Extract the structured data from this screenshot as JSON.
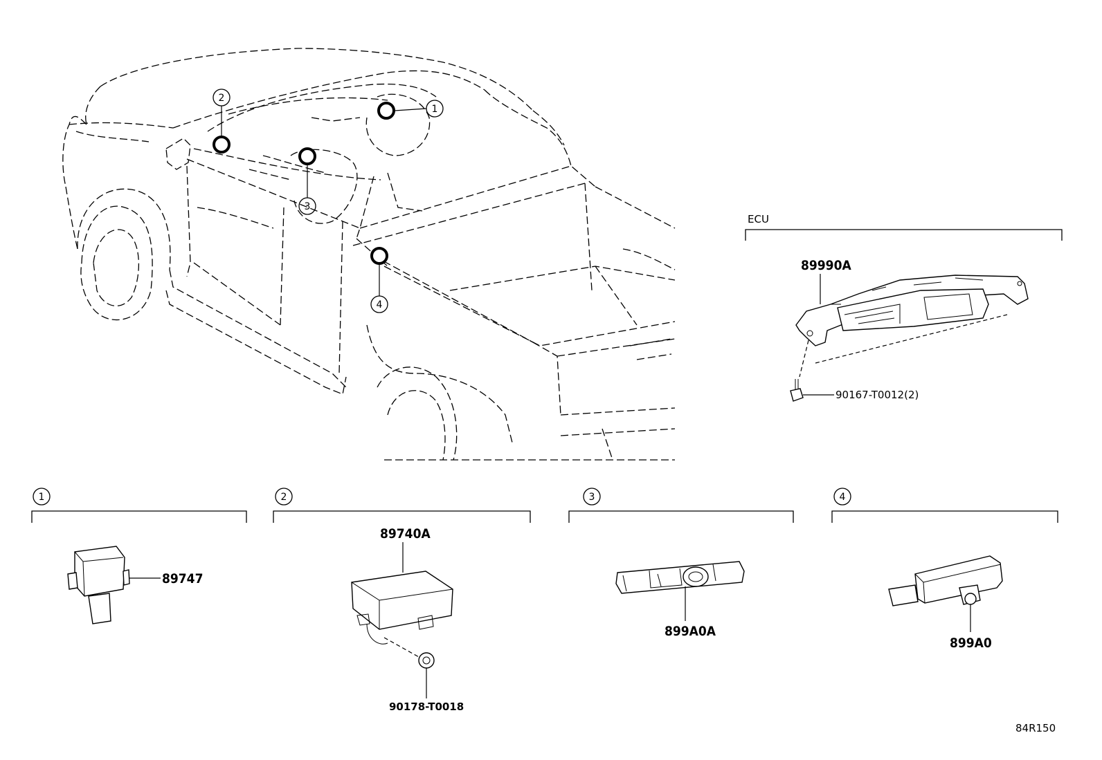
{
  "truck": {
    "callouts": [
      "1",
      "2",
      "3",
      "4"
    ]
  },
  "ecu": {
    "title": "ECU",
    "part_ecu": "89990A",
    "part_bolt": "90167-T0012(2)"
  },
  "sections": [
    {
      "number": "1",
      "part_main": "89747"
    },
    {
      "number": "2",
      "part_main": "89740A",
      "part_clip": "90178-T0018"
    },
    {
      "number": "3",
      "part_main": "899A0A"
    },
    {
      "number": "4",
      "part_main": "899A0"
    }
  ],
  "figure_ref": "84R150"
}
